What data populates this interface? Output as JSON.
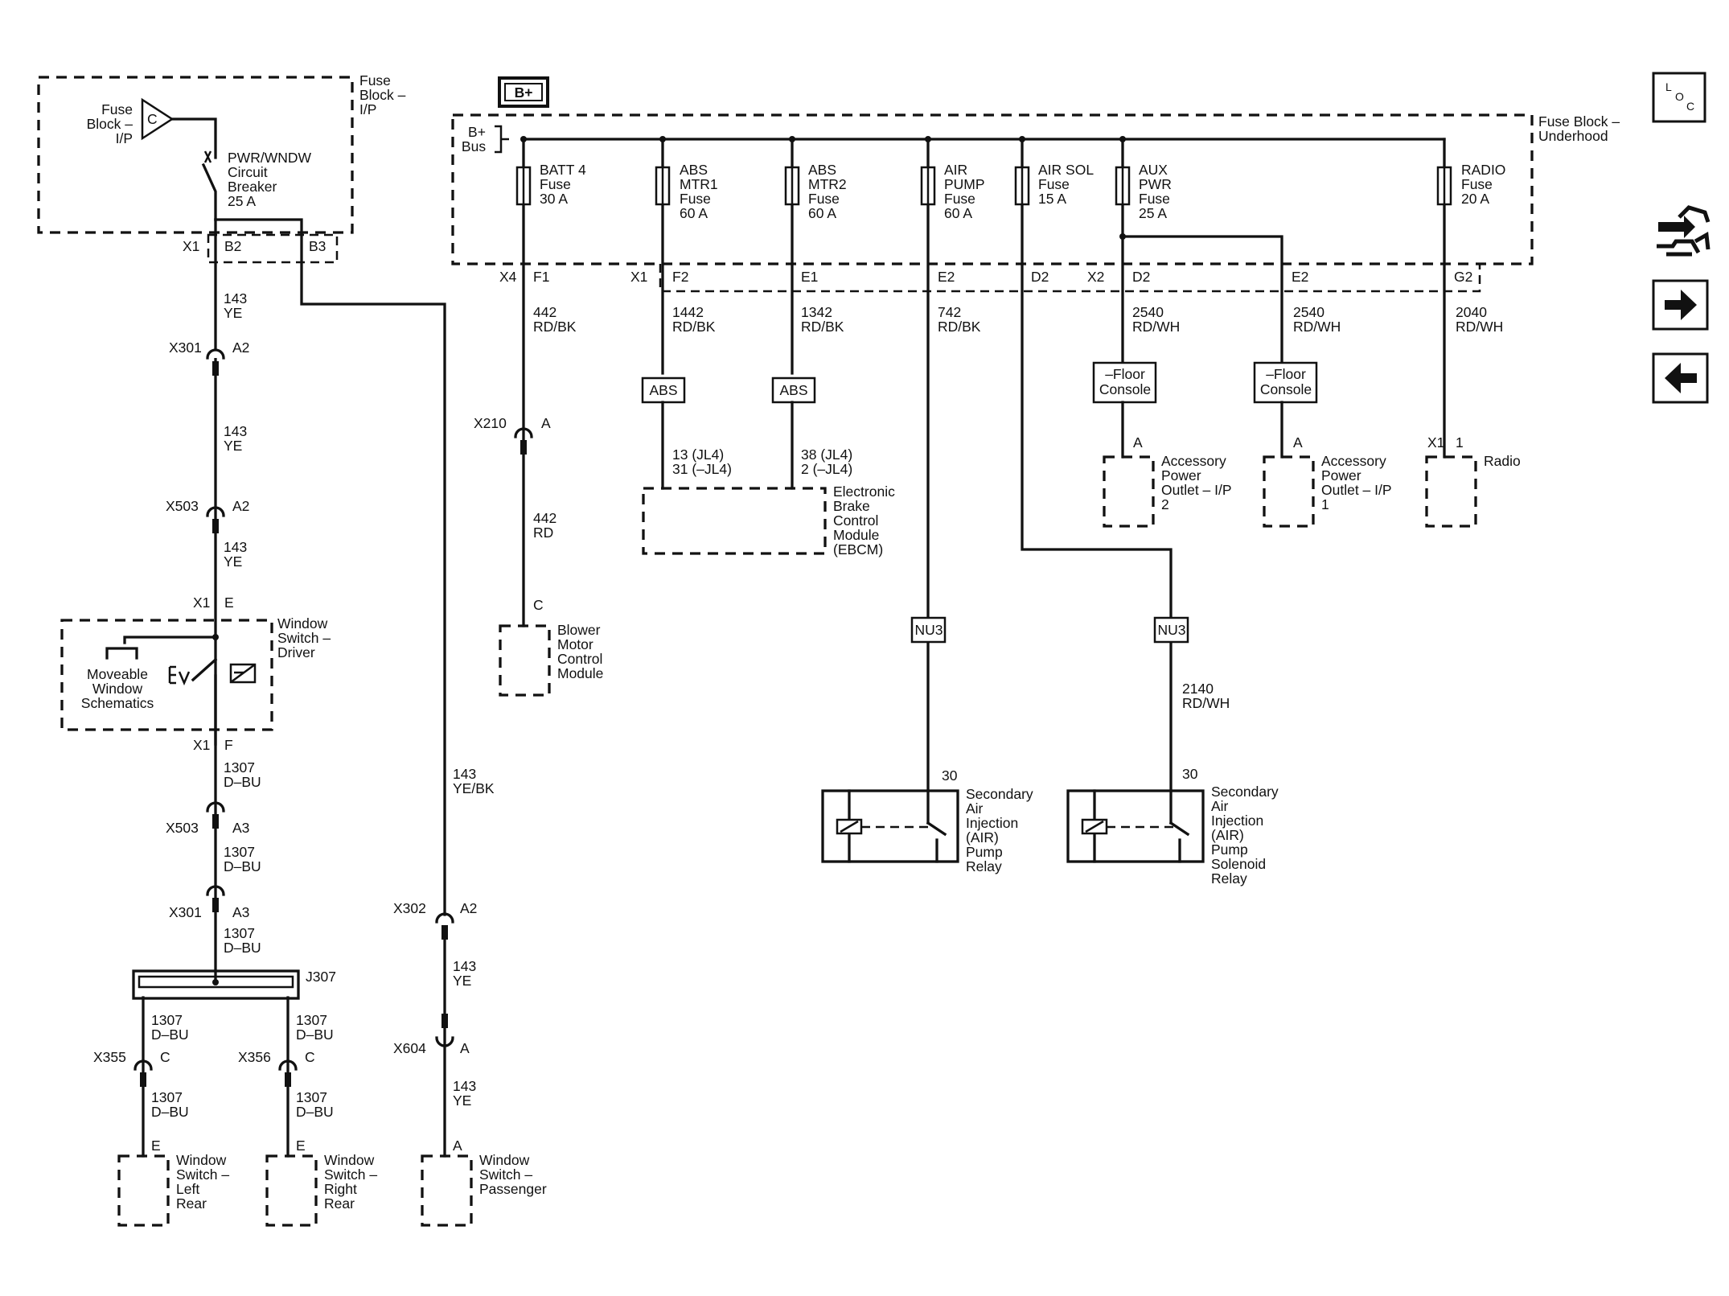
{
  "header_badge": "B+",
  "nav": {
    "loc_icon": "loc-icon",
    "connector_icon": "connector-icon",
    "next_icon": "arrow-right-icon",
    "prev_icon": "arrow-left-icon"
  },
  "left": {
    "fuse_block_title": [
      "Fuse",
      "Block –",
      "I/P"
    ],
    "fuse_label": [
      "Fuse",
      "Block –",
      "I/P"
    ],
    "fuse_letter": "C",
    "breaker_label": [
      "PWR/WNDW",
      "Circuit",
      "Breaker",
      "25 A"
    ],
    "x1_top": "X1",
    "b2": "B2",
    "b3": "B3",
    "w1": [
      "143",
      "YE"
    ],
    "x301": "X301",
    "x301_pin": "A2",
    "w2": [
      "143",
      "YE"
    ],
    "x503": "X503",
    "x503_pin": "A2",
    "w3": [
      "143",
      "YE"
    ],
    "x1_e": "X1",
    "e": "E",
    "switch_title": [
      "Window",
      "Switch –",
      "Driver"
    ],
    "moveable": [
      "Moveable",
      "Window",
      "Schematics"
    ],
    "x1_f": "X1",
    "f": "F",
    "w4": [
      "1307",
      "D–BU"
    ],
    "x503b": "X503",
    "x503b_pin": "A3",
    "w5": [
      "1307",
      "D–BU"
    ],
    "x301b": "X301",
    "x301b_pin": "A3",
    "w6": [
      "1307",
      "D–BU"
    ],
    "splice": "J307",
    "w7l": [
      "1307",
      "D–BU"
    ],
    "w7r": [
      "1307",
      "D–BU"
    ],
    "x355": "X355",
    "x355_pin": "C",
    "x356": "X356",
    "x356_pin": "C",
    "w8l": [
      "1307",
      "D–BU"
    ],
    "w8r": [
      "1307",
      "D–BU"
    ],
    "e_left": "E",
    "e_right": "E",
    "wsl": [
      "Window",
      "Switch –",
      "Left",
      "Rear"
    ],
    "wsr": [
      "Window",
      "Switch –",
      "Right",
      "Rear"
    ],
    "wp_w1": [
      "143",
      "YE/BK"
    ],
    "x302": "X302",
    "x302_pin": "A2",
    "wp_w2": [
      "143",
      "YE"
    ],
    "x604": "X604",
    "x604_pin": "A",
    "wp_w3": [
      "143",
      "YE"
    ],
    "wp_a": "A",
    "wsp": [
      "Window",
      "Switch –",
      "Passenger"
    ]
  },
  "underhood": {
    "title": [
      "Fuse Block –",
      "Underhood"
    ],
    "bus": [
      "B+",
      "Bus"
    ],
    "fuses": [
      [
        "BATT 4",
        "Fuse",
        "30 A"
      ],
      [
        "ABS",
        "MTR1",
        "Fuse",
        "60 A"
      ],
      [
        "ABS",
        "MTR2",
        "Fuse",
        "60 A"
      ],
      [
        "AIR",
        "PUMP",
        "Fuse",
        "60 A"
      ],
      [
        "AIR SOL",
        "Fuse",
        "15 A"
      ],
      [
        "AUX",
        "PWR",
        "Fuse",
        "25 A"
      ],
      [
        "RADIO",
        "Fuse",
        "20 A"
      ]
    ],
    "conn": [
      "X4",
      "F1",
      "X1",
      "F2",
      "E1",
      "E2",
      "D2",
      "X2",
      "D2",
      "E2",
      "G2"
    ],
    "w_batt": [
      "442",
      "RD/BK"
    ],
    "x210": "X210",
    "x210_pin": "A",
    "w_batt2": [
      "442",
      "RD"
    ],
    "c_pin": "C",
    "blower": [
      "Blower",
      "Motor",
      "Control",
      "Module"
    ],
    "w_abs1": [
      "1442",
      "RD/BK"
    ],
    "w_abs2": [
      "1342",
      "RD/BK"
    ],
    "abs_label": "ABS",
    "abs_pins1": [
      "13 (JL4)",
      "31 (–JL4)"
    ],
    "abs_pins2": [
      "38 (JL4)",
      "2 (–JL4)"
    ],
    "ebcm": [
      "Electronic",
      "Brake",
      "Control",
      "Module",
      "(EBCM)"
    ],
    "w_air": [
      "742",
      "RD/BK"
    ],
    "nu3": "NU3",
    "pin30": "30",
    "relay1": [
      "Secondary",
      "Air",
      "Injection",
      "(AIR)",
      "Pump",
      "Relay"
    ],
    "w_sol": [
      "2140",
      "RD/WH"
    ],
    "relay2": [
      "Secondary",
      "Air",
      "Injection",
      "(AIR)",
      "Pump",
      "Solenoid",
      "Relay"
    ],
    "w_aux": [
      "2540",
      "RD/WH"
    ],
    "floor": [
      "–Floor",
      "Console"
    ],
    "pin_a": "A",
    "apo2": [
      "Accessory",
      "Power",
      "Outlet – I/P",
      "2"
    ],
    "apo1": [
      "Accessory",
      "Power",
      "Outlet – I/P",
      "1"
    ],
    "w_radio": [
      "2040",
      "RD/WH"
    ],
    "radio_x1": "X1",
    "radio_pin": "1",
    "radio": "Radio"
  }
}
